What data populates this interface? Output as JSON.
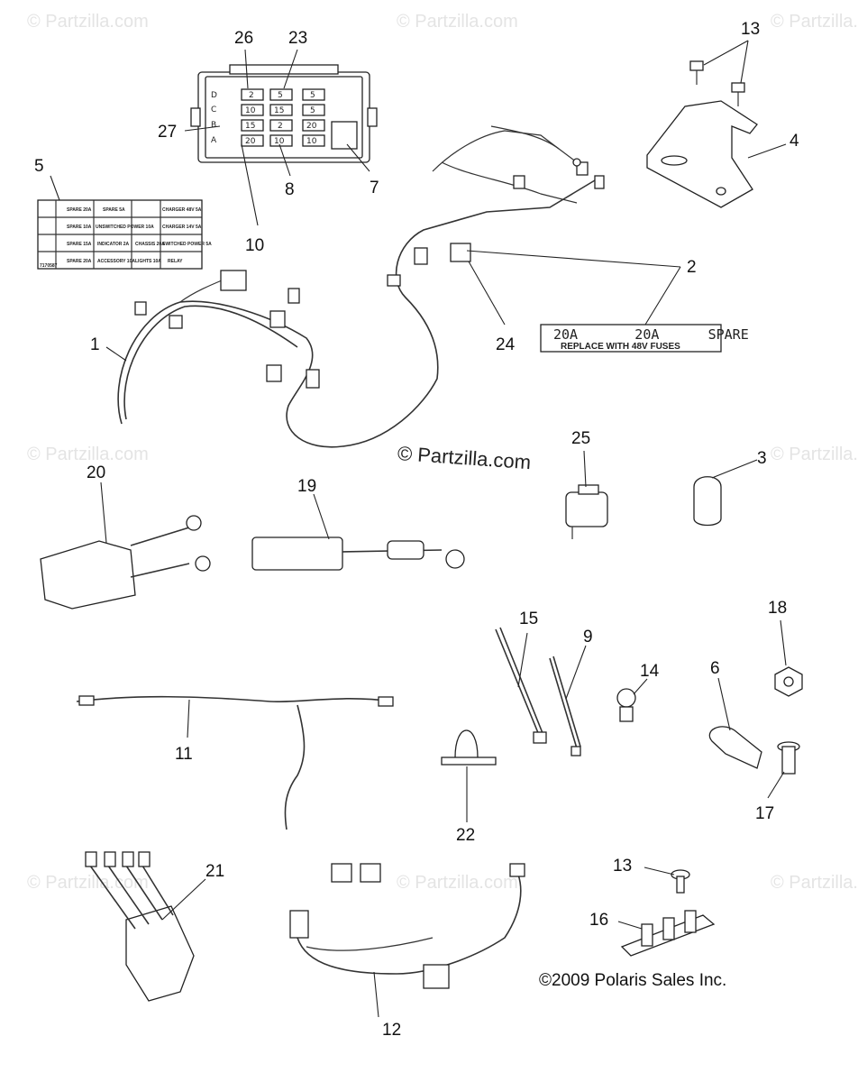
{
  "watermarks": {
    "text": "© Partzilla.com",
    "center_text": "© Partzilla.com"
  },
  "callouts": {
    "c1": "1",
    "c2": "2",
    "c3": "3",
    "c4": "4",
    "c5": "5",
    "c6": "6",
    "c7": "7",
    "c8": "8",
    "c9": "9",
    "c10": "10",
    "c11": "11",
    "c12": "12",
    "c13a": "13",
    "c13b": "13",
    "c14": "14",
    "c15": "15",
    "c16": "16",
    "c17": "17",
    "c18": "18",
    "c19": "19",
    "c20": "20",
    "c21": "21",
    "c22": "22",
    "c23": "23",
    "c24": "24",
    "c25": "25",
    "c26": "26",
    "c27": "27"
  },
  "fuse_box": {
    "row_letters": [
      "D",
      "C",
      "B",
      "A"
    ],
    "fuses_row_d": [
      "2",
      "5",
      "5"
    ],
    "fuses_row_c": [
      "10",
      "15",
      "5"
    ],
    "fuses_row_b": [
      "15",
      "2",
      "20"
    ],
    "fuses_row_a": [
      "20",
      "10",
      "10"
    ]
  },
  "fuse_label_table": {
    "rows": [
      [
        "SPARE 20A",
        "SPARE 5A",
        "",
        "CHARGER 48V 5A"
      ],
      [
        "SPARE 10A",
        "UNSWITCHED POWER 10A",
        "",
        "CHARGER 14V 5A"
      ],
      [
        "SPARE 15A",
        "INDICATOR 2A",
        "CHASSIS 20A",
        "SWITCHED POWER 5A"
      ],
      [
        "SPARE 20A",
        "ACCESSORY 10A",
        "LIGHTS 10A",
        "RELAY"
      ]
    ],
    "part_code": "7170587"
  },
  "fuse_decal": {
    "line1": "20A       20A      SPARE",
    "line2": "REPLACE WITH 48V FUSES"
  },
  "copyright": "©2009 Polaris Sales Inc."
}
